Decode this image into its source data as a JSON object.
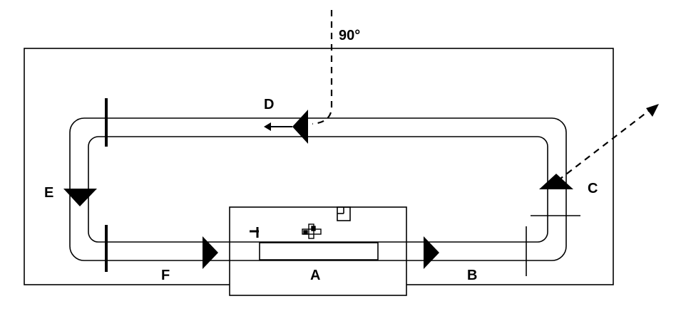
{
  "labels": {
    "angle": "90°",
    "a": "A",
    "b": "B",
    "c": "C",
    "d": "D",
    "e": "E",
    "f": "F"
  },
  "colors": {
    "line": "#000000",
    "background": "#ffffff"
  }
}
